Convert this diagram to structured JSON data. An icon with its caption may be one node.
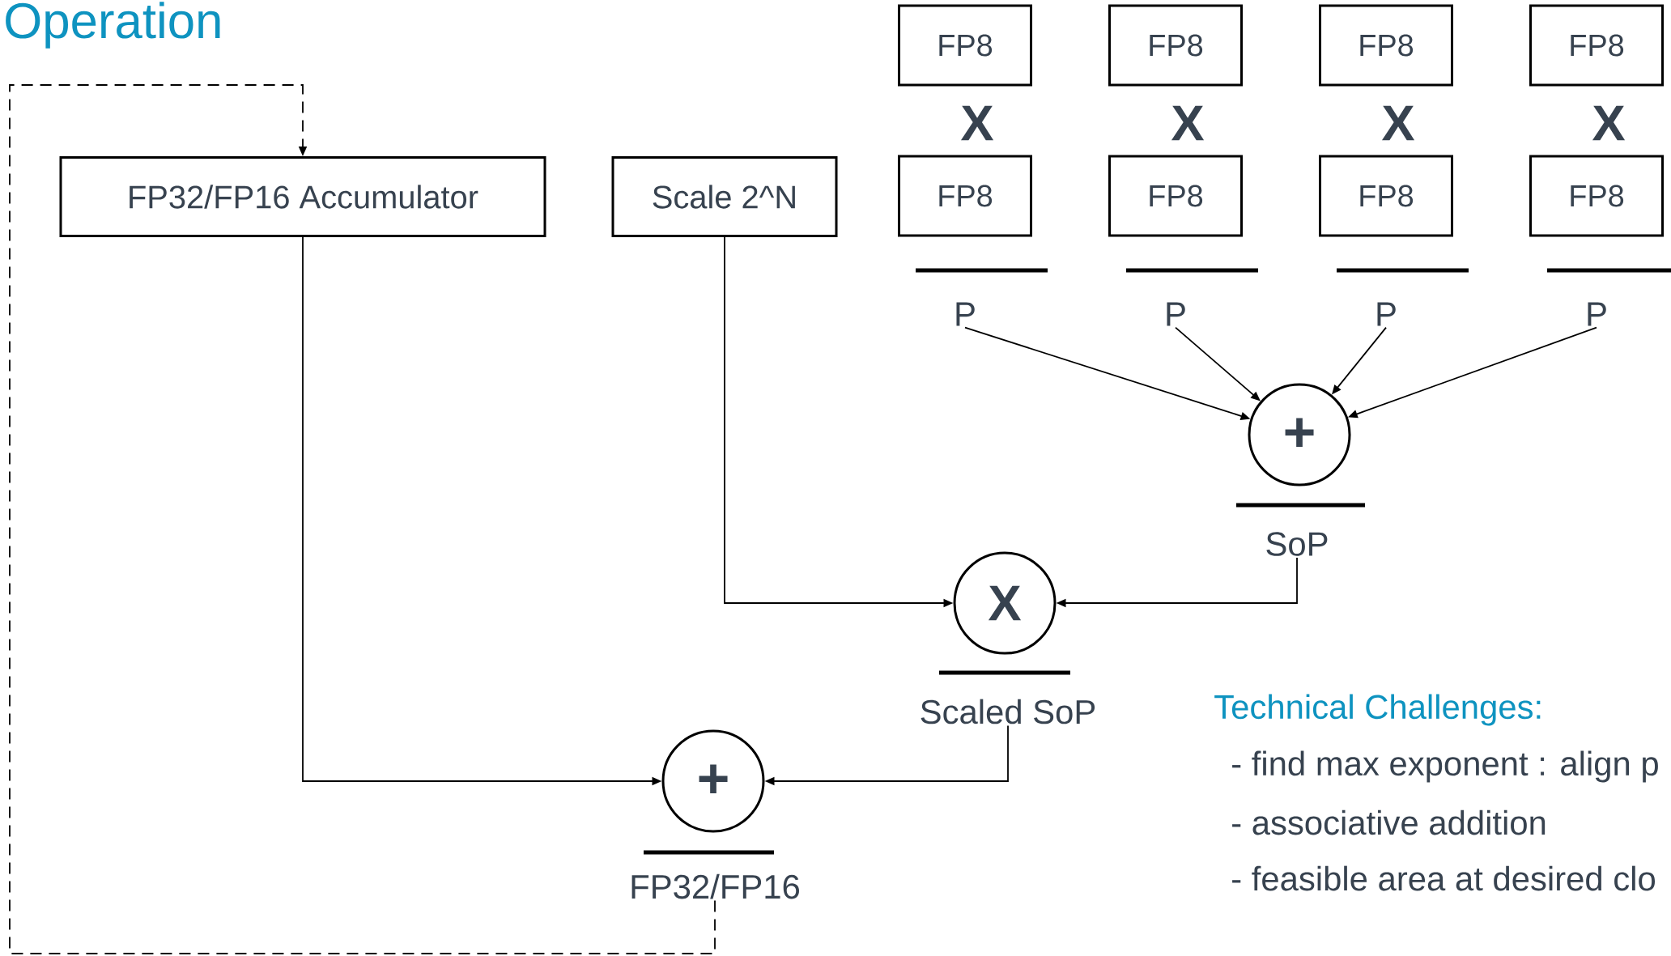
{
  "diagram": {
    "title": "Operation",
    "nodes": [
      {
        "text": [
          "FP32/FP16 Accumulator"
        ]
      },
      {
        "text": [
          "Scale 2^N"
        ]
      },
      {
        "text": [
          "FP8"
        ]
      },
      {
        "text": [
          "FP8"
        ]
      },
      {
        "text": [
          "FP8"
        ]
      },
      {
        "text": [
          "FP8"
        ]
      },
      {
        "text": [
          "FP8"
        ]
      },
      {
        "text": [
          "FP8"
        ]
      },
      {
        "text": [
          "FP8"
        ]
      },
      {
        "text": [
          "FP8"
        ]
      },
      {
        "text": [
          "P"
        ]
      },
      {
        "text": [
          "P"
        ]
      },
      {
        "text": [
          "P"
        ]
      },
      {
        "text": [
          "P"
        ]
      },
      {
        "text": [
          "+"
        ]
      },
      {
        "text": [
          "SoP"
        ]
      },
      {
        "text": [
          "X"
        ]
      },
      {
        "text": [
          "Scaled SoP"
        ]
      },
      {
        "text": [
          "+"
        ]
      },
      {
        "text": [
          "FP32/FP16"
        ]
      }
    ],
    "edges": [
      {
        "from": 10,
        "to": 14,
        "arrow": "to"
      },
      {
        "from": 11,
        "to": 14,
        "arrow": "to"
      },
      {
        "from": 12,
        "to": 14,
        "arrow": "to"
      },
      {
        "from": 13,
        "to": 14,
        "arrow": "to"
      },
      {
        "from": 15,
        "to": 16,
        "arrow": "to"
      },
      {
        "from": 1,
        "to": 16,
        "arrow": "to"
      },
      {
        "from": 17,
        "to": 18,
        "arrow": "to"
      },
      {
        "from": 0,
        "to": 18,
        "arrow": "to"
      },
      {
        "from": 19,
        "to": 0,
        "arrow": "to",
        "style": "dashed"
      }
    ],
    "labels": [
      "X",
      "X",
      "X",
      "X",
      "Technical Challenges:",
      "- find max exponent : align p",
      "- associative addition",
      "- feasible area at desired clo"
    ]
  }
}
